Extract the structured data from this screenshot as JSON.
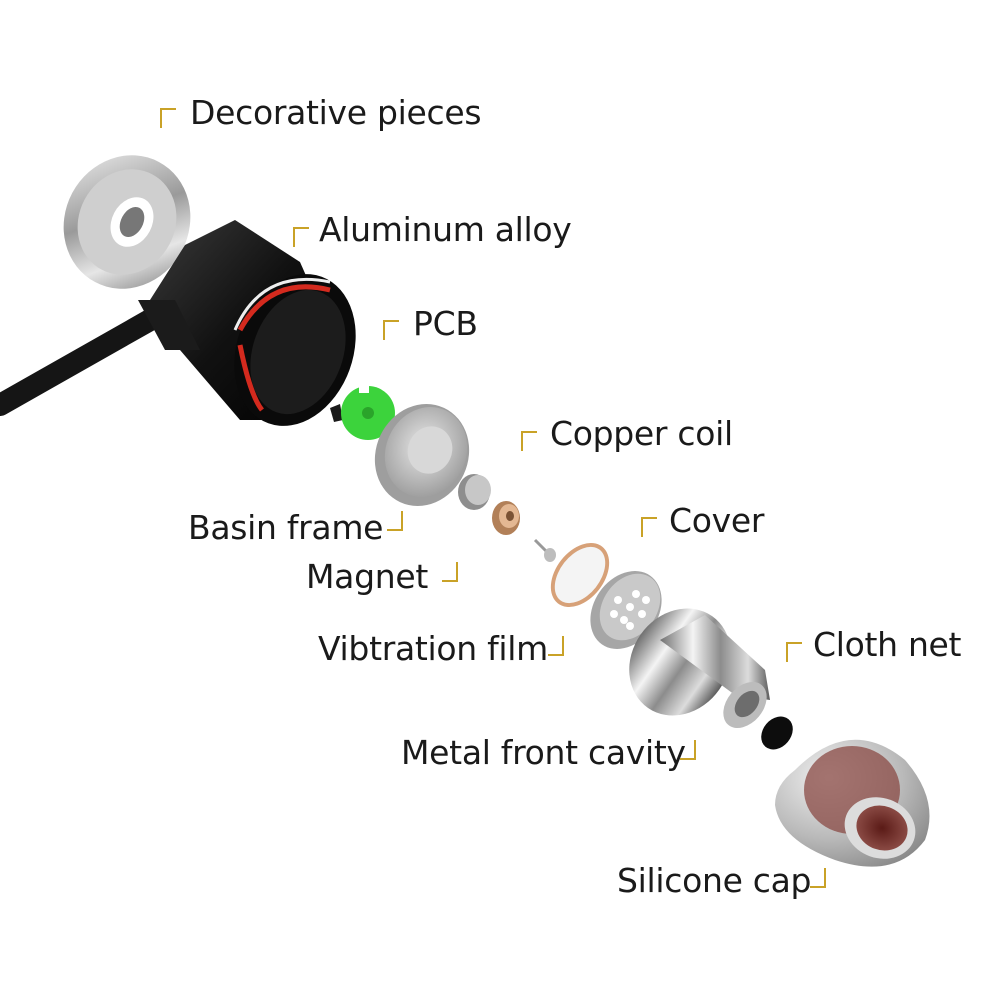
{
  "labels": {
    "decorative": "Decorative pieces",
    "aluminum": "Aluminum alloy",
    "pcb": "PCB",
    "copper": "Copper coil",
    "basin": "Basin frame",
    "cover": "Cover",
    "magnet": "Magnet",
    "film": "Vibtration film",
    "cloth": "Cloth net",
    "cavity": "Metal front cavity",
    "silicone": "Silicone cap"
  },
  "colors": {
    "bracket": "#c9a227",
    "pcb_green": "#3cd33c",
    "accent_red": "#d42a1e"
  }
}
